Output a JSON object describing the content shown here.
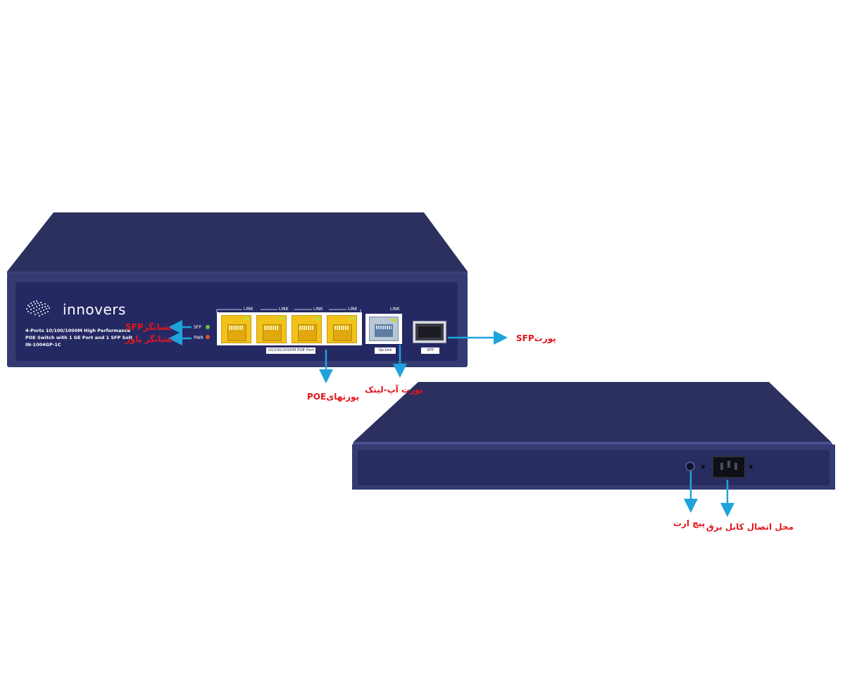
{
  "brand": {
    "name": "innovers",
    "description_lines": [
      "4-Ports 10/100/1000M High Performance",
      "POE Switch with 1 GE Port and 1 SFP Solt",
      "IN-1004GP-1C"
    ]
  },
  "indicators": {
    "sfp": "SFP",
    "pwr": "PWR"
  },
  "ports": {
    "link_labels": [
      "LINK",
      "LINK",
      "LINK",
      "LINK"
    ],
    "poe_caption": "10/100/1000M POE Port",
    "uplink_link": "LINK",
    "uplink_caption": "Up-link",
    "sfp_caption": "SFP"
  },
  "annotations": {
    "sfp_indicator": "نشانگرSFP",
    "power_indicator": "نشانگر پاور",
    "sfp_port": "پورتSFP",
    "poe_ports": "پورتهایPOE",
    "uplink_port": "پورت آپ-لینک",
    "earth_screw": "پیچ ارت",
    "power_cable": "محل اتصال کابل برق"
  },
  "colors": {
    "chassis": "#2f3466",
    "chassis_top": "#2b2f5c",
    "panel": "#262a63",
    "arrow": "#1fa3dc",
    "annotation": "#e3151c",
    "poe_port": "#f3c21a"
  }
}
